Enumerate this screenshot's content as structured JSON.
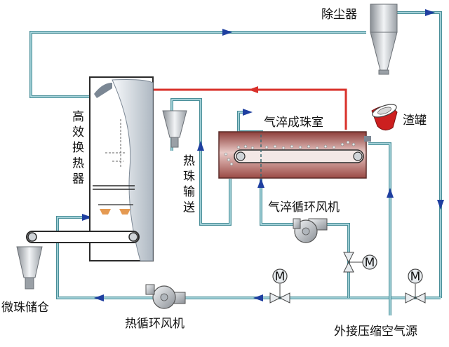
{
  "labels": {
    "dust_collector": "除尘器",
    "quench_chamber": "气淬成珠室",
    "slag_tank": "渣罐",
    "heat_exchanger": "高\n效\n换\n热\n器",
    "hot_bead_transport": "热\n珠\n输\n送",
    "quench_fan": "气淬循环风机",
    "bead_storage": "微珠储仓",
    "hot_fan": "热循环风机",
    "compressed_air": "外接压缩空气源"
  },
  "motor_symbol": "M",
  "colors": {
    "pipe": "#4a8f99",
    "pipe_highlight": "#bfe6ec",
    "hot_line": "#d9302a",
    "arrow": "#1f3fa0",
    "chamber": "#a9544f",
    "slag_tank": "#cc1f1f"
  },
  "icons": [
    "cyclone-separator-icon",
    "hopper-icon",
    "conveyor-icon",
    "fan-icon",
    "valve-icon",
    "motor-icon",
    "slag-ladle-icon"
  ]
}
